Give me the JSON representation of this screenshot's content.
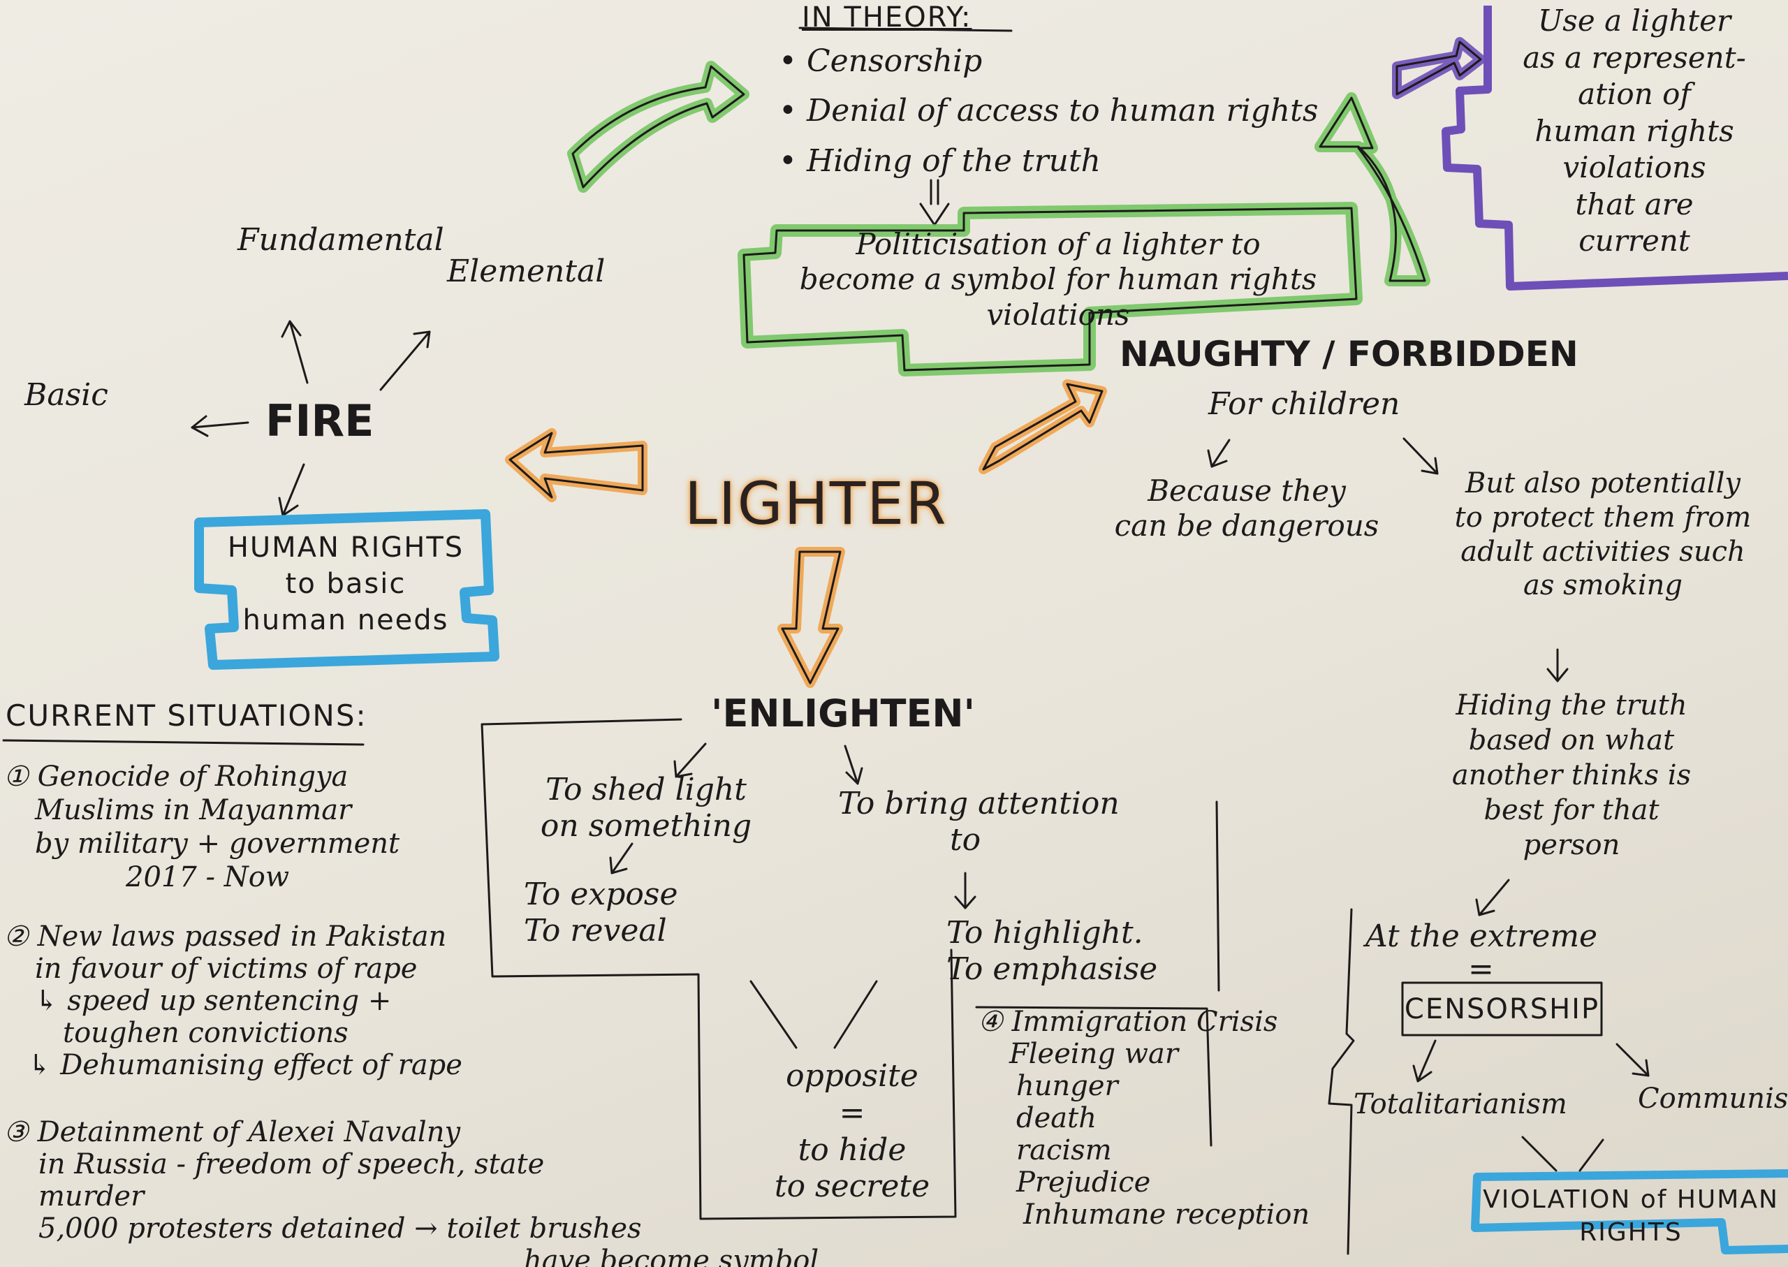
{
  "colors": {
    "ink": "#1c1a1a",
    "green": "#6fc35a",
    "orange": "#f0a24a",
    "blue": "#3aa6dc",
    "purple": "#6e4fb8"
  },
  "center": "LIGHTER",
  "fire": {
    "label": "FIRE",
    "basic": "Basic",
    "fundamental": "Fundamental",
    "elemental": "Elemental",
    "human_rights": [
      "HUMAN RIGHTS",
      "to basic",
      "human needs"
    ]
  },
  "theory": {
    "heading": "IN THEORY:",
    "items": [
      "• Censorship",
      "• Denial of access to human rights",
      "• Hiding of the truth"
    ]
  },
  "politicisation": [
    "Politicisation of a lighter to",
    "become a symbol for human rights",
    "violations"
  ],
  "purple_note": [
    "Use a lighter",
    "as a represent-",
    "ation of",
    "human rights",
    "violations",
    "that are",
    "current"
  ],
  "forbidden": {
    "title": "NAUGHTY / FORBIDDEN",
    "subtitle": "For children",
    "because": [
      "Because they",
      "can be dangerous"
    ],
    "but_also": [
      "But also potentially",
      "to protect them from",
      "adult activities such",
      "as smoking"
    ],
    "hiding": [
      "Hiding the truth",
      "based on what",
      "another thinks is",
      "best for that",
      "person"
    ],
    "extreme": "At the extreme",
    "equals": "=",
    "censorship": "CENSORSHIP",
    "totalitarianism": "Totalitarianism",
    "communism": "Communism",
    "violation": [
      "VIOLATION of HUMAN",
      "RIGHTS"
    ]
  },
  "enlighten": {
    "title": "'ENLIGHTEN'",
    "shed": [
      "To shed light",
      "on something"
    ],
    "expose": [
      "To expose",
      "To reveal"
    ],
    "attention": [
      "To bring attention",
      "to"
    ],
    "highlight": [
      "To highlight.",
      "To emphasise"
    ],
    "opposite": [
      "opposite",
      "=",
      "to hide",
      "to secrete"
    ]
  },
  "current": {
    "heading": "CURRENT SITUATIONS:",
    "item1": [
      "① Genocide of Rohingya",
      "Muslims in Mayanmar",
      "by military + government",
      "2017 - Now"
    ],
    "item2": [
      "② New laws passed in Pakistan",
      "in favour of victims of rape",
      "↳ speed up sentencing +",
      "toughen convictions",
      "↳ Dehumanising effect of rape"
    ],
    "item3": [
      "③ Detainment of Alexei Navalny",
      "in Russia - freedom of speech, state",
      "murder",
      "5,000 protesters detained → toilet brushes",
      "have become symbol"
    ],
    "item4": [
      "④ Immigration Crisis",
      "Fleeing war",
      "hunger",
      "death",
      "racism",
      "Prejudice",
      "Inhumane reception"
    ]
  }
}
